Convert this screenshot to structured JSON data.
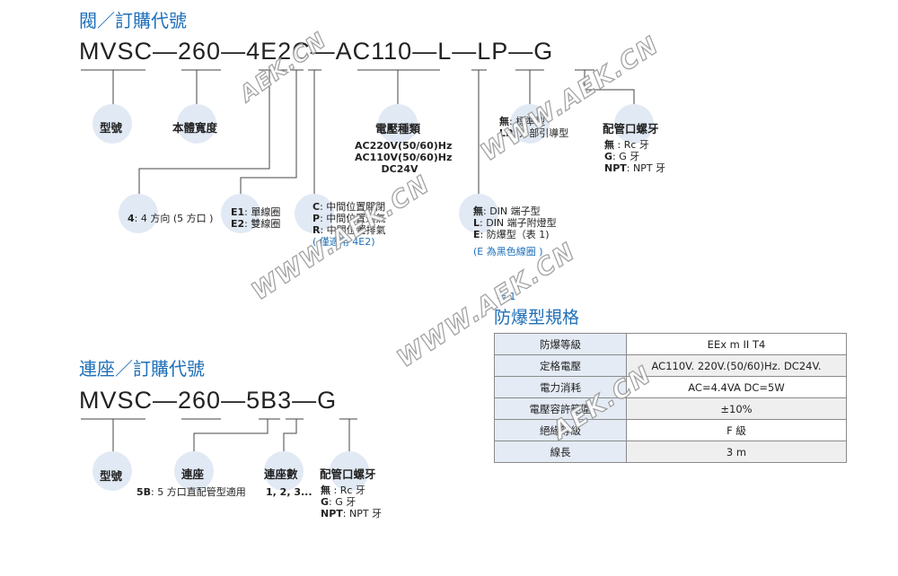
{
  "valve": {
    "title": "閥／訂購代號",
    "code_parts": [
      "MVSC",
      "—",
      "260",
      "—",
      "4E2C",
      "—",
      "AC110",
      "—",
      "L",
      "—",
      "LP",
      "—",
      "G"
    ],
    "circles": {
      "model": "型號",
      "body": "本體寬度",
      "voltage": "電壓種類",
      "standard": "標準型",
      "port": "配管口螺牙"
    },
    "voltage_options": [
      "AC220V(50/60)Hz",
      "AC110V(50/60)Hz",
      "DC24V"
    ],
    "direction": {
      "key": "4",
      "text": ": 4 方向 (5 方口 )"
    },
    "coil": [
      {
        "key": "E1",
        "text": ": 單線圈"
      },
      {
        "key": "E2",
        "text": ": 雙線圈"
      }
    ],
    "center": [
      {
        "key": "C",
        "text": ": 中間位置關閉"
      },
      {
        "key": "P",
        "text": ": 中間位置通氣"
      },
      {
        "key": "R",
        "text": ": 中間位置排氣"
      }
    ],
    "center_note": "( 僅適用 4E2)",
    "terminal": [
      {
        "key": "無",
        "text": ": DIN 端子型"
      },
      {
        "key": "L",
        "text": ": DIN 端子附燈型"
      },
      {
        "key": "E",
        "text": ": 防爆型（表 1)"
      }
    ],
    "terminal_note": "(E 為黑色線圈 )",
    "pilot": [
      {
        "key": "無",
        "text": ": 標準型"
      },
      {
        "key": "LP",
        "text": ": 外部引導型"
      }
    ],
    "thread": [
      {
        "key": "無",
        "text": " : Rc 牙"
      },
      {
        "key": "G",
        "text": ": G 牙"
      },
      {
        "key": "NPT",
        "text": ": NPT 牙"
      }
    ]
  },
  "spec": {
    "table_label": "表 1",
    "title": "防爆型規格",
    "rows": [
      {
        "label": "防爆等級",
        "value": "EEx m II T4"
      },
      {
        "label": "定格電壓",
        "value": "AC110V. 220V.(50/60)Hz. DC24V."
      },
      {
        "label": "電力消耗",
        "value": "AC=4.4VA  DC=5W"
      },
      {
        "label": "電壓容許範圍",
        "value": "±10%"
      },
      {
        "label": "絕緣等級",
        "value": "F 級"
      },
      {
        "label": "線長",
        "value": "3 m"
      }
    ]
  },
  "base": {
    "title": "連座／訂購代號",
    "code_parts": [
      "MVSC",
      "—",
      "260",
      "—",
      "5B3",
      "—",
      "G"
    ],
    "circles": {
      "model": "型號",
      "base": "連座",
      "count": "連座數",
      "port": "配管口螺牙"
    },
    "base_option": {
      "key": "5B",
      "text": ": 5 方口直配管型適用"
    },
    "count_values": "1, 2, 3...",
    "thread": [
      {
        "key": "無",
        "text": " : Rc 牙"
      },
      {
        "key": "G",
        "text": ": G 牙"
      },
      {
        "key": "NPT",
        "text": ": NPT 牙"
      }
    ]
  },
  "watermark": "WWW.AEK.CN",
  "watermark_short": "AEK.CN"
}
